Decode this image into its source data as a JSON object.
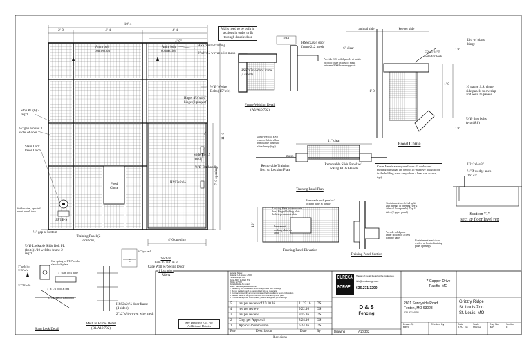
{
  "main_elevation": {
    "overall_width": "10'-4",
    "seg_left": "2'-0",
    "seg_mid": "4'-4",
    "seg_right": "4'-4",
    "seg_gate": "4'-0\"",
    "walls_note": "Walls need to be built in sections in order to fit through double door",
    "anim_left": "Anim bolt connection",
    "anim_right": "Anim bolt connection",
    "hss_framing": "HSS2x2x¼ framing",
    "wire_mesh": "2\"x2\"x¼ woven wire mesh",
    "wedge_bolts": "½\"Ø Wedge Bolts (15\" c/c)",
    "stop_pl": "Stop PL (6) 2 req'd",
    "gap_around": "½\" gap around 3 sides of door",
    "slam_lock": "Slam Lock Door Latch",
    "hager_hinge": "Hager 4½\"x4½\" hinge (3 places)",
    "slide_bolt": "Slide Bolt 2 req'd",
    "bar_handle": "½\"Ø Bar handle",
    "hss_label": "HSS2x2x¼",
    "food_chute": "Food Chute",
    "height_right": "11'-0",
    "height_door": "7'-0 opening",
    "gap_bottom": "½\" gap at bottom",
    "gate_opening": "4'-0 opening",
    "part_tag": "30/TB-S",
    "lockable_bolt": "½\"Ø Lockable Slide Bolt PL (bolts)1/10 weld to frame 2 req'd",
    "training_panel": "Training Panel (2 locations)",
    "stainless_note": "Stainless steel, operated mount in wall track"
  },
  "details": {
    "frame_welding_title": "Frame Welding Detail",
    "frame_welding_ref": "(A5/A10 702)",
    "frame_welding_hss": "HSS2x2x¼ door frame (4 sided)",
    "frame_welding_mesh_label": "HSS2x2x¼ door frame 2x2 mesh",
    "frame_welding_note": "Provide S.S. solid panels at inside of food chute in lieu of mesh between HSS frame supports",
    "dim_clear": "6\" clear",
    "dim_half": "½Ø",
    "food_chute_title": "Food Chute",
    "animal_side": "animal side",
    "keeper_side": "keeper side",
    "lid_note": "Lid w/ piano hinge",
    "hole_note": "FB w/ ½\"Ø hole for lock",
    "chute_panels": "10 gauge S.S. chute side panels to overlap and weld to panels",
    "thru_bolts": "½\"Ø thru bolts (typ 4&8)",
    "chute_dim_top": "1'-6",
    "chute_dim_h": "1'-0",
    "chute_dim_side": "1'-0",
    "chute_dim_bottom": "1'-6",
    "cover_note": "Cover Panels are required over all cables and moving parts that are below 15'-6 above finish floor in the holding areas (anywhere a bear can access, typ)",
    "section1_title": "Section \"1\"",
    "section1_sub": "sect @ floor level typ",
    "section1_angle": "L2x2x¼x3\"",
    "section1_wedge": "½\"Ø wedge anch 16\" c/c",
    "tp_plan_title": "Training Panel Plan",
    "tp_plan_clear": "11\" clear",
    "tp_plan_mesh": "mesh",
    "tp_plan_jamb": "Jamb-weld to HSS custom fab to allow removable panels to slide freely (typ)",
    "tp_plan_removable": "Removable Training Box w/ Locking Plate",
    "tp_plan_slide": "Removable Slide Panel w/ Locking PL & Handle",
    "tp_elev_title": "Training Panel Elevation",
    "tp_elev_handle": "Removable push panel w/ locking plate & handle",
    "tp_elev_locking": "Locking Plate accommodate box. Hinged locking plate hole in permanent plate",
    "tp_elev_permanent": "Permanent locking plate on jamb",
    "tp_elev_dim": "10\"",
    "tp_sect_title": "Training Panel Section",
    "tp_sect_mesh": "Containment mesh 2x2 split-shot at edge of opening (see 2 sides of floor panels). Typ 4 sides (2 upper panel)",
    "tp_sect_plate": "Provide solid plate under bottom of access training panel",
    "tp_sect_contain": "Containment mesh to be welded at front of training panel openings",
    "slam_detail_title": "Slam Lock Detail",
    "slam_gas": "Gas spring to 1/16\"w/s for slam lock plate",
    "slam_plate": "1\" slam lock plate",
    "slam_weld": "1\" weld to 1/16\"w/s",
    "slam_bolt": "1/2\"Ø bolts",
    "slam_thru": "1\" x 1/4\" bolt at end",
    "slam_note": "(2 ea side of slam bolt)",
    "mesh_frame_title": "Mesh to Frame Detail",
    "mesh_frame_ref": "(B1/A10 702)",
    "mesh_frame_hss": "HSS2x2x¼ door frame (4 sided)",
    "mesh_frame_mesh": "2\"x2\"x¼ woven wire mesh",
    "mesh_frame_g": "G",
    "mesh_frame_dim": "¾\" typ each",
    "section_ref_title": "Section",
    "section_ref_1": "Item #5 & 6 & 8",
    "section_ref_2": "Cage Wall w/ Swing Door",
    "section_ref_3": "1 Location",
    "section_ref_4": "Rib-A",
    "see_drawing": "See Drawing E14 For Additional Details"
  },
  "general_notes": [
    "General Notes:",
    "Material: HS Grade: A500",
    "Plate & Angle: A36",
    "Bolts: A307 & A325 S.S.",
    "Welds: E70XX",
    "Bolts & Rods: As noted",
    "Notes: Bar Gauge welded mesh",
    "1. All drilling and installation shall be approved with drawings",
    "2. Bunco welded mesh to be provided with all materials",
    "3. Contractor to verify all dimensions and field conditions before fabrication",
    "4. All field welds to be ground smooth and touched up with paint",
    "5. Provide all required cover plates, panels and gates per drawings",
    "6. Slam lock doors shall be installed per manufacturer recommendation",
    "7. All hardware to be stainless steel unless noted otherwise",
    "8. Field verify all anchor locations prior to drilling concrete",
    "9. All exposed edges to be deburred and free of sharp points"
  ],
  "revisions": {
    "header": "Revisions",
    "col_rev": "Rev",
    "col_desc": "Description",
    "col_date": "Date",
    "col_by": "By",
    "rows": [
      {
        "rev": "5",
        "desc": "rev per review of 10.10.16",
        "date": "11.22.16",
        "by": "DS"
      },
      {
        "rev": "4",
        "desc": "rev per review",
        "date": "9.22.16",
        "by": "DS"
      },
      {
        "rev": "3",
        "desc": "rev per review",
        "date": "9.15.16",
        "by": "DS"
      },
      {
        "rev": "2",
        "desc": "Chgs per Approval",
        "date": "8.24.16",
        "by": "DS"
      },
      {
        "rev": "1",
        "desc": "Approval Submission",
        "date": "6.24.16",
        "by": "DS"
      }
    ]
  },
  "title_block": {
    "logo_top": "EUREKA",
    "logo_bottom": "FORGE",
    "phone": "636.271.3200",
    "tagline": "The art of metal, the art of the tradesmen.",
    "email": "info@eurekaforge.com",
    "address_1": "7 Capper Drive",
    "address_2": "Pacific, MO",
    "company": "D & S",
    "company_sub": "Fencing",
    "client_addr_1": "2801 Sunnyside Road",
    "client_addr_2": "Fenton, MO 63028",
    "client_phone": "636.931.4051",
    "project_1": "Grizzly Ridge",
    "project_2": "St. Louis Zoo",
    "project_3": "St. Louis, MO",
    "drawn_by_label": "Drawn By",
    "drawn_by": "DES",
    "checked_label": "Checked By",
    "date_label": "Date",
    "date": "6.24.16",
    "scale_label": "Scale",
    "scale": "Varies",
    "drawing_label": "Drawing",
    "drawing": "A10.302",
    "dwg_no_label": "Dwg No.",
    "dwg_no": "302",
    "section_label": "Section",
    "section": "8"
  }
}
